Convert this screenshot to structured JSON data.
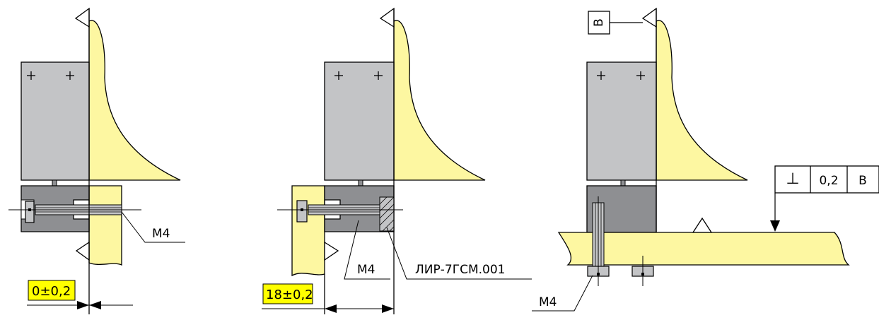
{
  "colors": {
    "yellow": "#fdf7a1",
    "highlight": "#ffff00",
    "gray_light": "#c3c4c6",
    "gray_dark": "#8e8f92",
    "line": "#000000"
  },
  "view1": {
    "thread_label": "M4",
    "dimension": "0±0,2"
  },
  "view2": {
    "thread_label": "M4",
    "part_label": "ЛИР-7ГСМ.001",
    "dimension": "18±0,2"
  },
  "view3": {
    "datum_label": "B",
    "frame_symbol": "⊥",
    "frame_tolerance": "0,2",
    "frame_datum": "B",
    "thread_label": "M4"
  }
}
